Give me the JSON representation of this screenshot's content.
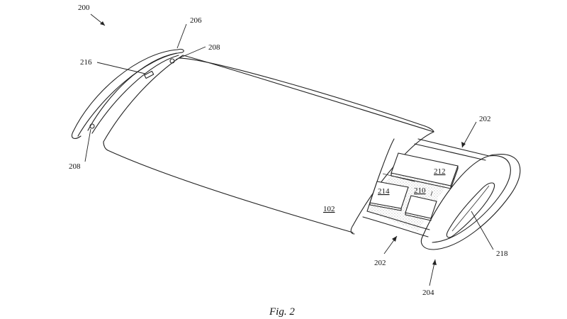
{
  "labels": {
    "l200": "200",
    "l206": "206",
    "l208a": "208",
    "l216": "216",
    "l208b": "208",
    "l202a": "202",
    "l212": "212",
    "l214": "214",
    "l210": "210",
    "l102": "102",
    "l202b": "202",
    "l218": "218",
    "l204": "204"
  },
  "caption": "Fig. 2",
  "colors": {
    "line": "#222222",
    "stipple": "#8a8a8a",
    "background": "#ffffff"
  }
}
